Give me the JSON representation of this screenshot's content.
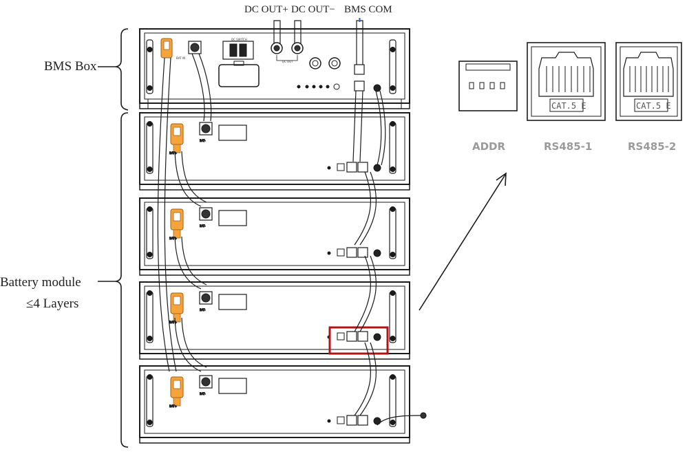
{
  "labels": {
    "bms_box": "BMS Box",
    "battery_module": "Battery module",
    "layers": "≤4 Layers",
    "dc_out_plus": "DC OUT+",
    "dc_out_minus": "DC OUT−",
    "bms_com": "BMS COM"
  },
  "bms_panel": {
    "bat_in": "BAT IN",
    "dc_switch": "DC SWITCH",
    "dc_out": "DC OUT"
  },
  "module_panel": {
    "bat_plus": "BAT+",
    "bat_minus": "BAT-"
  },
  "ports": [
    {
      "name": "ADDR"
    },
    {
      "name": "RS485-1",
      "jack_text": "CAT.5 E"
    },
    {
      "name": "RS485-2",
      "jack_text": "CAT.5 E"
    }
  ],
  "module_count": 4,
  "highlighted_module": 3,
  "colors": {
    "line": "#1a1a1a",
    "connector": "#f5a33a",
    "highlight": "#b01515",
    "port_label": "#9a9a9a"
  }
}
